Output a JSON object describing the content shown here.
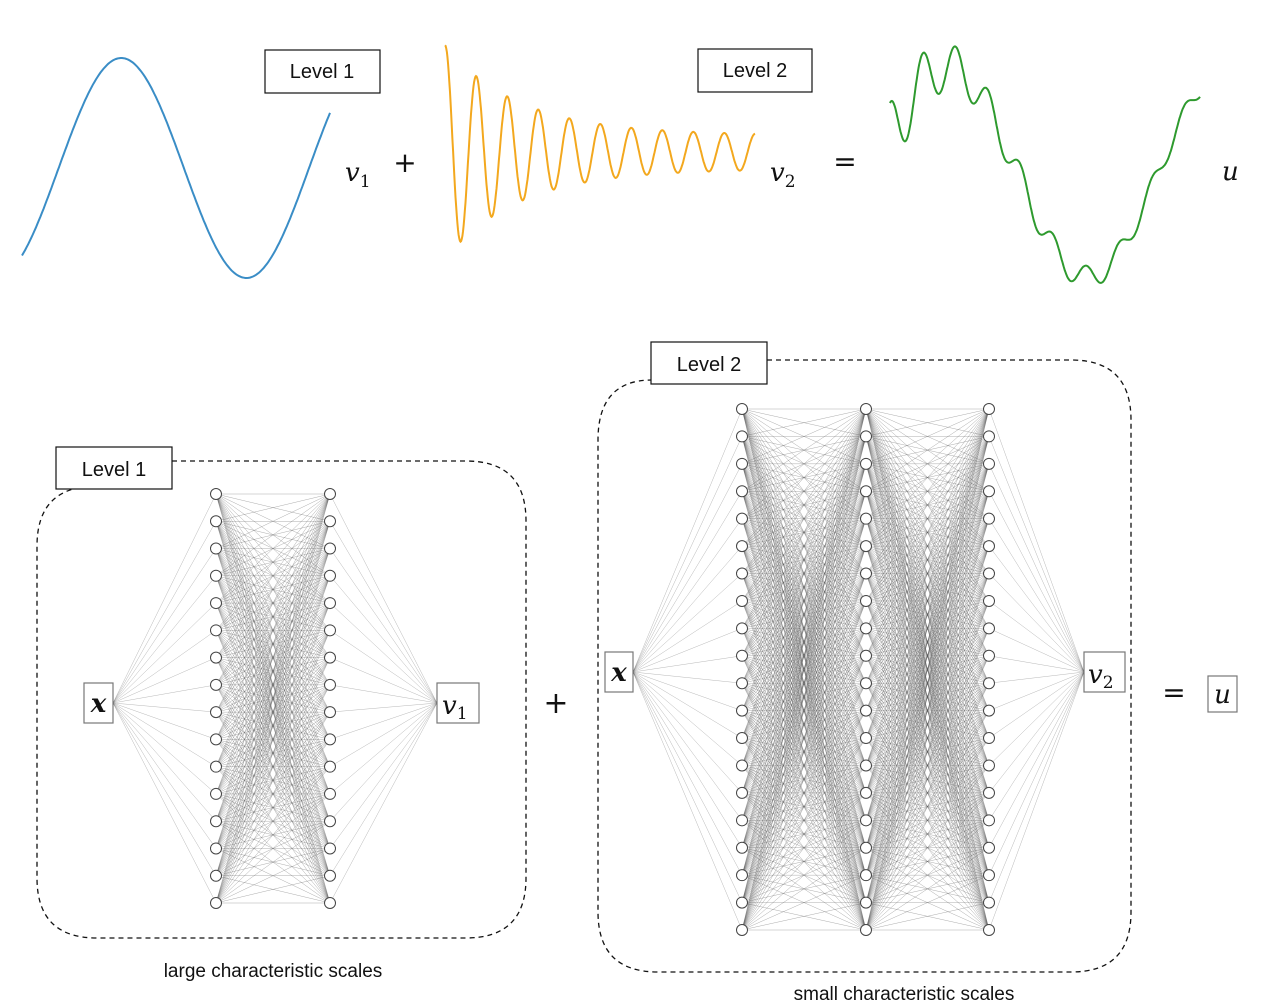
{
  "top": {
    "level1_label": "Level 1",
    "level2_label": "Level 2",
    "v1": "v",
    "v1_sub": "1",
    "v2": "v",
    "v2_sub": "2",
    "u": "u",
    "plus": "+",
    "equals": "=",
    "colors": {
      "level1": "#3a8dc6",
      "level2": "#f3a81e",
      "sum": "#2e9a2e"
    }
  },
  "bottom": {
    "level1": {
      "label": "Level 1",
      "input": "x",
      "output": "v",
      "output_sub": "1",
      "caption": "large characteristic scales"
    },
    "level2": {
      "label": "Level 2",
      "input": "x",
      "output": "v",
      "output_sub": "2",
      "caption": "small characteristic scales"
    },
    "plus": "+",
    "equals": "=",
    "u": "u"
  }
}
